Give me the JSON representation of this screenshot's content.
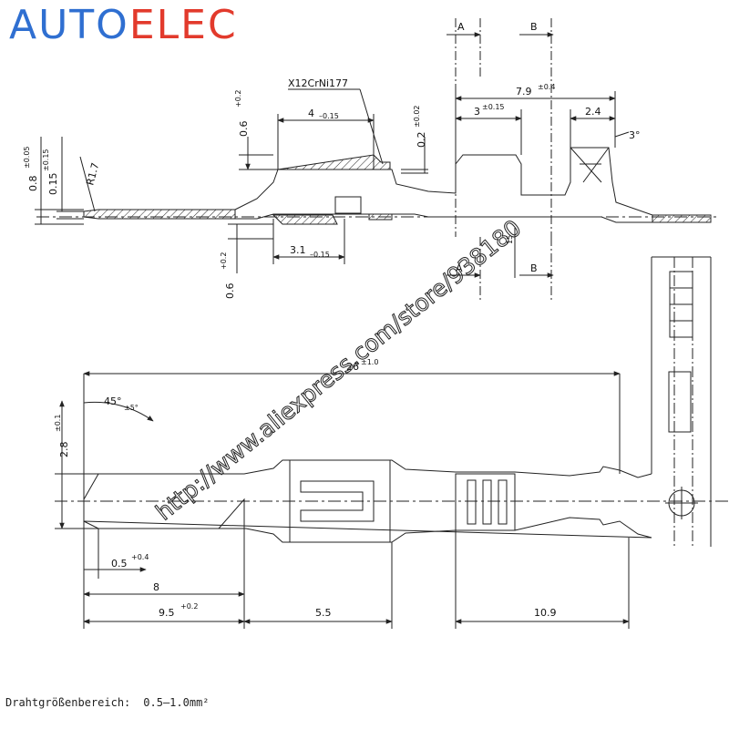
{
  "logo": {
    "part1": "AUTO",
    "part2": "ELEC"
  },
  "material": "X12CrNi177",
  "section_labels": {
    "a": "A",
    "b": "B"
  },
  "top_view": {
    "radius": "R1.7",
    "thick_08": "0.8",
    "thick_08_tol": "±0.05",
    "thick_015": "0.15",
    "thick_015_tol": "±0.15",
    "h_06_top": "0.6",
    "h_06_top_tol": "+0.2",
    "h_06_bot": "0.6",
    "h_06_bot_tol": "+0.2",
    "len_4": "4",
    "len_4_tol": "–0.15",
    "len_31": "3.1",
    "len_31_tol": "–0.15",
    "h_02": "0.2",
    "h_02_tol": "±0.02",
    "len_79": "7.9",
    "len_79_tol": "±0.4",
    "len_3": "3",
    "len_3_tol": "±0.15",
    "len_24": "2.4",
    "angle_3": "3°",
    "partial_15": "15"
  },
  "bottom_view": {
    "total": "26",
    "total_tol": "±1.0",
    "angle_45": "45°",
    "angle_45_tol": "±5°",
    "width_28": "2.8",
    "width_28_tol": "±0.1",
    "chamfer": "0.5",
    "chamfer_tol": "+0.4",
    "len_8": "8",
    "len_95": "9.5",
    "len_95_tol": "+0.2",
    "len_55": "5.5",
    "len_109": "10.9"
  },
  "watermark": "http://www.aliexpress.com/store/938180",
  "footer": {
    "label": "Drahtgrößenbereich:",
    "value": "0.5—1.0mm²"
  }
}
